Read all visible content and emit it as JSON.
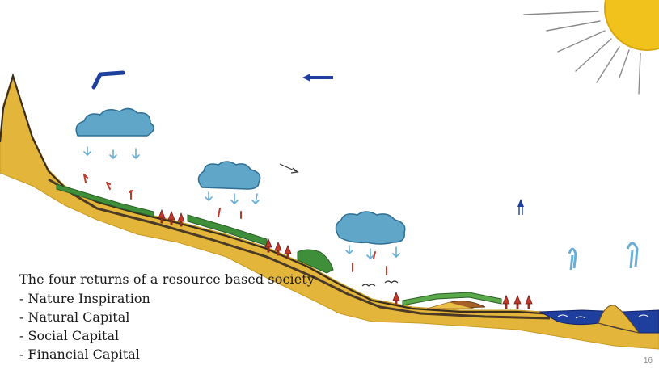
{
  "slide": {
    "title": "The four returns of a resource based society",
    "returns": [
      "- Nature Inspiration",
      "- Natural Capital",
      "- Social Capital",
      "- Financial Capital"
    ],
    "page_number": "16"
  },
  "colors": {
    "sun": "#f2c21c",
    "sand": "#e3b53a",
    "soil": "#4a3a26",
    "grass": "#3f8f3a",
    "cloud": "#5fa6c9",
    "rain": "#6aaed6",
    "sea": "#1f3f9e",
    "arrow": "#1f3f9e",
    "tree": "#c0392b"
  }
}
